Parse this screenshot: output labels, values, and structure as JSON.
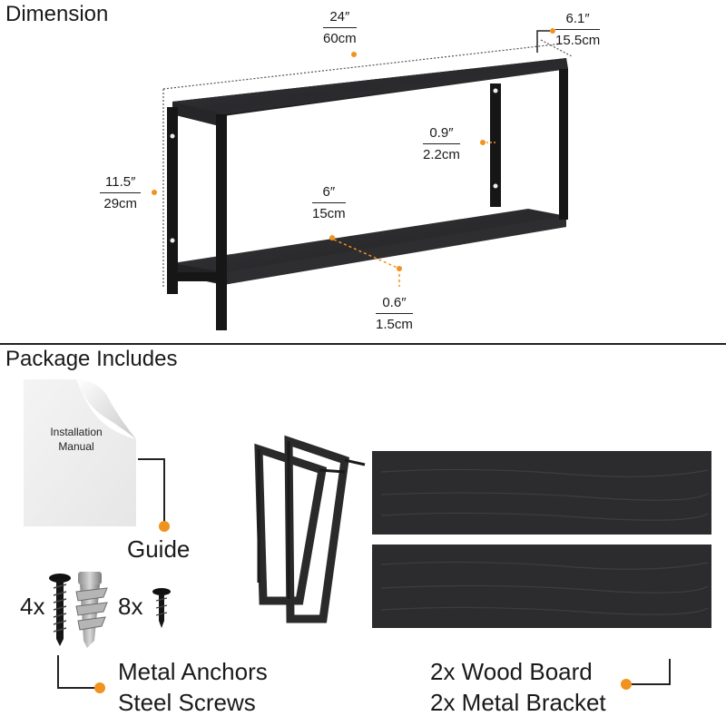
{
  "dimension": {
    "heading": "Dimension",
    "width_in": "24″",
    "width_cm": "60cm",
    "depth_in": "6.1″",
    "depth_cm": "15.5cm",
    "height_in": "11.5″",
    "height_cm": "29cm",
    "bracket_in": "0.9″",
    "bracket_cm": "2.2cm",
    "board_depth_in": "6″",
    "board_depth_cm": "15cm",
    "thickness_in": "0.6″",
    "thickness_cm": "1.5cm"
  },
  "package": {
    "heading": "Package Includes",
    "manual_text": "Installation Manual",
    "guide_label": "Guide",
    "anchors_qty": "4x",
    "screws_qty": "8x",
    "hardware_label_1": "Metal Anchors",
    "hardware_label_2": "Steel Screws",
    "wood_label": "2x Wood Board",
    "bracket_label": "2x Metal Bracket"
  },
  "colors": {
    "accent": "#f0921e",
    "wood": "#2b2b2e",
    "metal": "#1c1c1c"
  }
}
